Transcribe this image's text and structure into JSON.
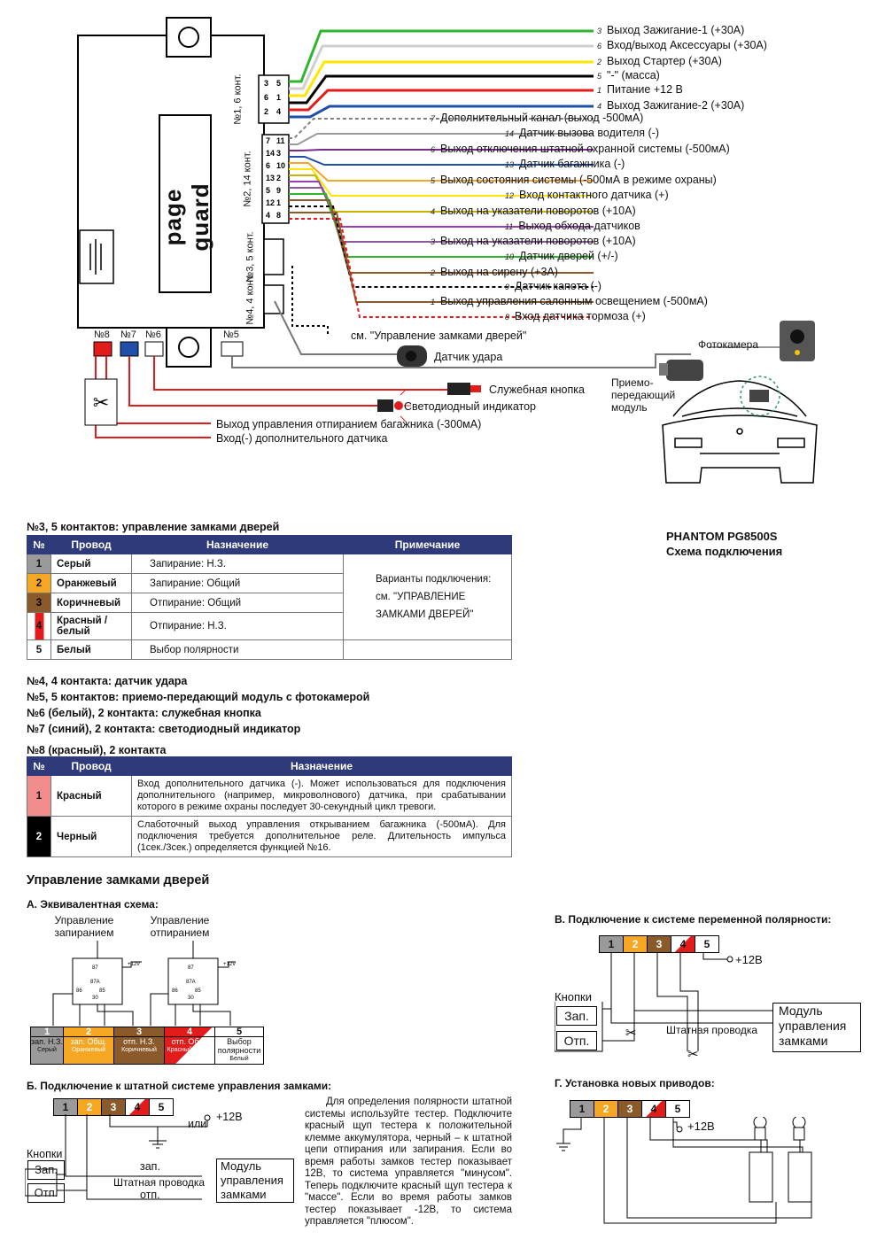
{
  "unit": {
    "brand": "page guard",
    "conn1": "№1, 6 конт.",
    "conn2": "№2, 14 конт.",
    "conn3": "№3, 5 конт.",
    "conn4": "№4, 4 конт.",
    "conn8": "№8",
    "conn7": "№7",
    "conn6": "№6",
    "conn5": "№5"
  },
  "wires": [
    {
      "n": "3",
      "label": "Выход Зажигание-1 (+30А)",
      "color": "#2db52d"
    },
    {
      "n": "6",
      "label": "Вход/выход Аксессуары (+30А)",
      "color": "#cfcfcf"
    },
    {
      "n": "2",
      "label": "Выход Стартер (+30А)",
      "color": "#ffe600"
    },
    {
      "n": "5",
      "label": "\"-\" (масса)",
      "color": "#000000"
    },
    {
      "n": "1",
      "label": "Питание +12 В",
      "color": "#e21b1b"
    },
    {
      "n": "4",
      "label": "Выход Зажигание-2 (+30А)",
      "color": "#1f4fa8"
    },
    {
      "n": "7",
      "label": "Дополнительный канал (выход -500мА)",
      "color": "#808080"
    },
    {
      "n": "14",
      "label": "Датчик вызова водителя (-)",
      "color": "#9a9a9a"
    },
    {
      "n": "6",
      "label": "Выход отключения штатной охранной системы (-500мА)",
      "color": "#7a2a8a"
    },
    {
      "n": "13",
      "label": "Датчик багажника (-)",
      "color": "#1f4fa8"
    },
    {
      "n": "5",
      "label": "Выход состояния системы (-500мА в режиме охраны)",
      "color": "#f5a623"
    },
    {
      "n": "12",
      "label": "Вход контактного датчика (+)",
      "color": "#ffe600"
    },
    {
      "n": "4",
      "label": "Выход на указатели поворотов (+10А)",
      "color": "#c8b400"
    },
    {
      "n": "11",
      "label": "Выход обхода датчиков",
      "color": "#9b3fb0"
    },
    {
      "n": "3",
      "label": "Выход на указатели поворотов (+10А)",
      "color": "#8a5a9a"
    },
    {
      "n": "10",
      "label": "Датчик дверей (+/-)",
      "color": "#2db52d"
    },
    {
      "n": "2",
      "label": "Выход на сирену (+3А)",
      "color": "#8b5a2b"
    },
    {
      "n": "9",
      "label": "Датчик капота (-)",
      "color": "#000000"
    },
    {
      "n": "1",
      "label": "Выход управления салонным освещением (-500мА)",
      "color": "#8b5a2b"
    },
    {
      "n": "8",
      "label": "Вход датчика тормоза (+)",
      "color": "#e21b1b"
    }
  ],
  "misc": {
    "doors_ref": "см. \"Управление замками дверей\"",
    "shock": "Датчик удара",
    "service_btn": "Служебная кнопка",
    "led": "Светодиодный индикатор",
    "trunk_out": "Выход управления отпиранием багажника (-300мА)",
    "aux_in": "Вход(-) дополнительного датчика",
    "camera": "Фотокамера",
    "module": "Приемо- передающий модуль"
  },
  "product": {
    "model": "PHANTOM PG8500S",
    "subtitle": "Схема подключения"
  },
  "table1": {
    "title": "№3, 5 контактов: управление замками дверей",
    "headers": [
      "№",
      "Провод",
      "Назначение",
      "Примечание"
    ],
    "rows": [
      {
        "n": "1",
        "wire": "Серый",
        "purpose": "Запирание: Н.З."
      },
      {
        "n": "2",
        "wire": "Оранжевый",
        "purpose": "Запирание: Общий"
      },
      {
        "n": "3",
        "wire": "Коричневый",
        "purpose": "Отпирание: Общий"
      },
      {
        "n": "4",
        "wire": "Красный /белый",
        "purpose": "Отпирание: Н.З."
      },
      {
        "n": "5",
        "wire": "Белый",
        "purpose": "Выбор полярности"
      }
    ],
    "note": "Варианты подключения: см. \"УПРАВЛЕНИЕ ЗАМКАМИ ДВЕРЕЙ\""
  },
  "lines": [
    "№4, 4 контакта: датчик удара",
    "№5, 5 контактов: приемо-передающий модуль с фотокамерой",
    "№6 (белый), 2 контакта: служебная кнопка",
    "№7 (синий), 2 контакта: светодиодный индикатор"
  ],
  "table2": {
    "title": "№8 (красный), 2 контакта",
    "headers": [
      "№",
      "Провод",
      "Назначение"
    ],
    "rows": [
      {
        "n": "1",
        "wire": "Красный",
        "purpose": "Вход дополнительного датчика (-). Может использоваться для подключения дополнительного (например, микроволнового) датчика, при срабатывании которого в режиме охраны последует 30-секундный цикл тревоги."
      },
      {
        "n": "2",
        "wire": "Черный",
        "purpose": "Слаботочный выход управления открыванием багажника (-500мА). Для подключения требуется дополнительное реле. Длительность импульса (1сек./3сек.) определяется функцией №16."
      }
    ]
  },
  "doors": {
    "title": "Управление замками дверей",
    "a_title": "А. Эквивалентная схема:",
    "a_lock": "Управление запиранием",
    "a_unlock": "Управление отпиранием",
    "a_cells": [
      {
        "n": "1",
        "t": "зап. Н.З.",
        "s": "Серый"
      },
      {
        "n": "2",
        "t": "зап. Общ.",
        "s": "Оранжевый"
      },
      {
        "n": "3",
        "t": "отп. Н.З.",
        "s": "Коричневый"
      },
      {
        "n": "4",
        "t": "отп. Общ.",
        "s": "Красный/белый"
      },
      {
        "n": "5",
        "t": "Выбор полярности",
        "s": "Белый"
      }
    ],
    "b_title": "Б. Подключение к штатной системе управления замками:",
    "b_or": "или",
    "b_plus": "+12В",
    "buttons": "Кнопки",
    "lock_btn": "Зап.",
    "unlock_btn": "Отп.",
    "lock_small": "зап.",
    "unlock_small": "отп.",
    "std_wiring": "Штатная проводка",
    "module": "Модуль управления замками",
    "b_text": "Для определения полярности штатной системы используйте тестер. Подключите красный щуп тестера к положительной клемме аккумулятора, черный – к штатной цепи отпирания или запирания. Если во время работы замков тестер показывает 12В, то система управляется \"минусом\". Теперь подключите красный щуп тестера к \"массе\". Если во время работы замков тестер показывает -12В, то система управляется \"плюсом\".",
    "v_title": "В. Подключение к системе переменной полярности:",
    "g_title": "Г. Установка новых приводов:",
    "plus12": "+12В"
  },
  "relay": {
    "pins": [
      "87",
      "87A",
      "86",
      "85",
      "30"
    ],
    "v": "+12V"
  },
  "pins1": [
    "3",
    "6",
    "2",
    "5",
    "1",
    "4"
  ],
  "pins2": [
    "7",
    "14",
    "6",
    "13",
    "5",
    "12",
    "4",
    "11",
    "3",
    "10",
    "2",
    "9",
    "1",
    "8"
  ],
  "cnums": [
    "1",
    "2",
    "3",
    "4",
    "5"
  ]
}
